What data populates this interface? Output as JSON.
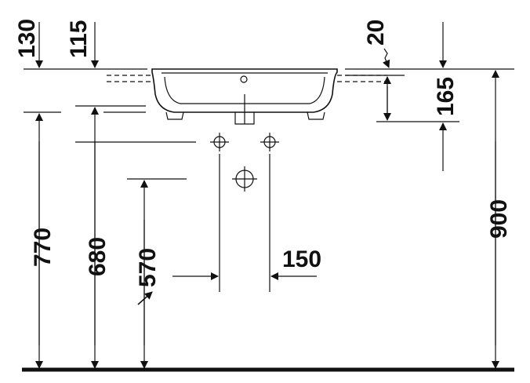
{
  "drawing": {
    "type": "washbasin-installation-dimensions",
    "units": "mm",
    "dimensions": {
      "rim_top_left": "130",
      "rim_top_left_2": "115",
      "rim_offset_right": "20",
      "overflow_depth": "165",
      "height_770": "770",
      "height_680": "680",
      "height_570": "570",
      "tap_spacing": "150",
      "total_height": "900"
    }
  }
}
